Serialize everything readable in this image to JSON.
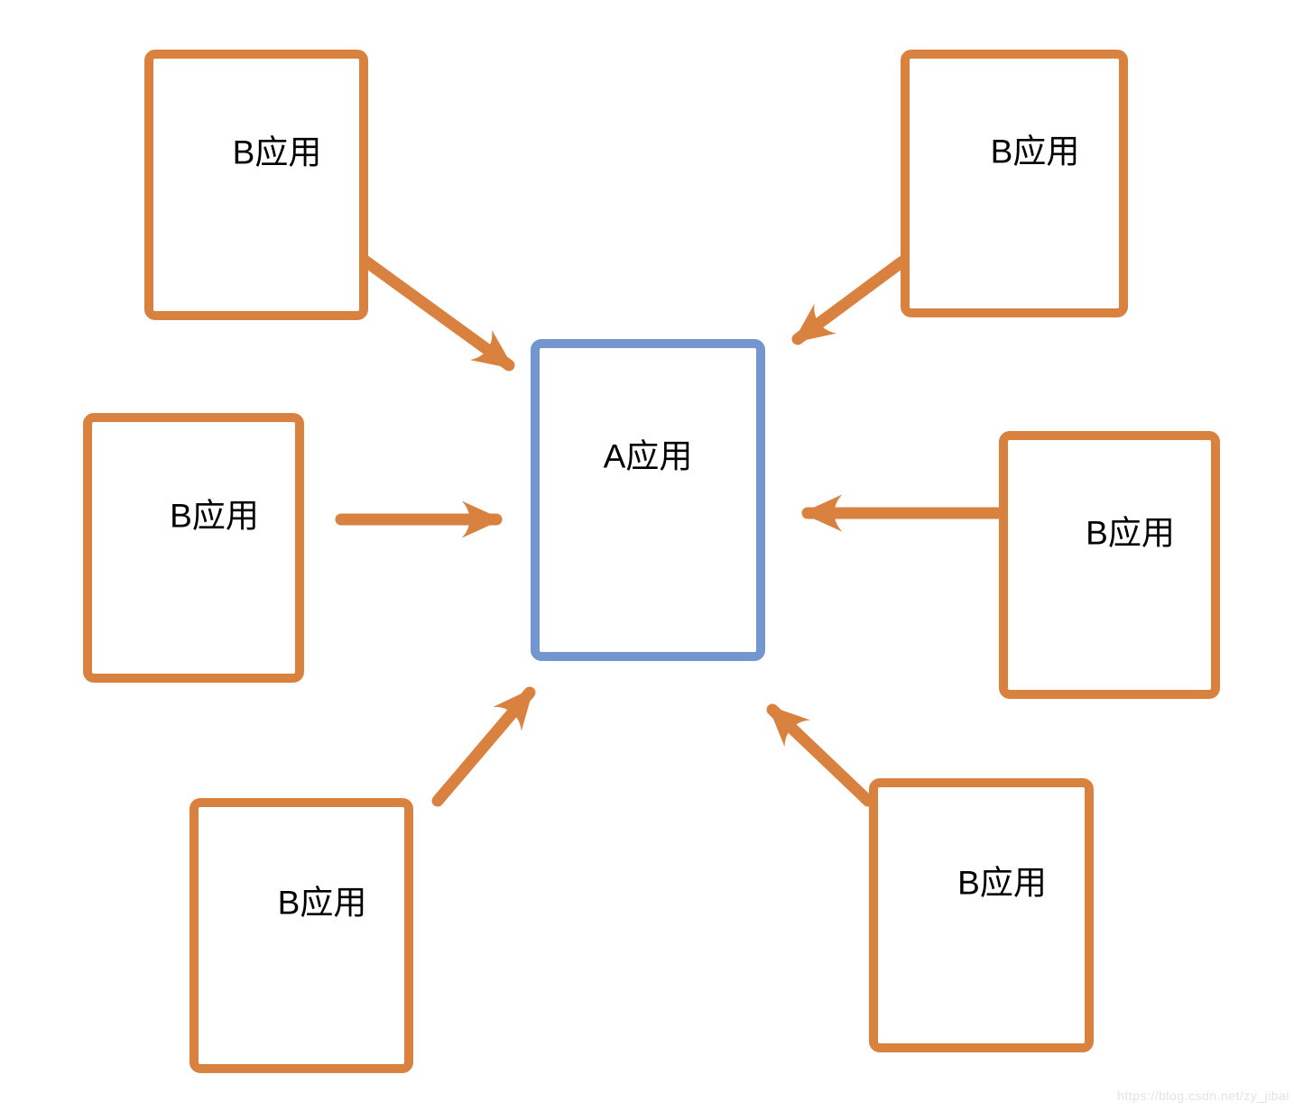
{
  "diagram": {
    "center": {
      "label": "A应用"
    },
    "satellites": [
      {
        "position": "top-left",
        "label": "B应用"
      },
      {
        "position": "top-right",
        "label": "B应用"
      },
      {
        "position": "mid-left",
        "label": "B应用"
      },
      {
        "position": "mid-right",
        "label": "B应用"
      },
      {
        "position": "bottom-left",
        "label": "B应用"
      },
      {
        "position": "bottom-right",
        "label": "B应用"
      }
    ],
    "edges": [
      {
        "from": "top-left",
        "to": "center"
      },
      {
        "from": "top-right",
        "to": "center"
      },
      {
        "from": "mid-left",
        "to": "center"
      },
      {
        "from": "mid-right",
        "to": "center"
      },
      {
        "from": "bottom-left",
        "to": "center"
      },
      {
        "from": "bottom-right",
        "to": "center"
      }
    ],
    "watermark": "https://blog.csdn.net/zy_jibai"
  },
  "colors": {
    "orange": "#D9813F",
    "blue": "#7396CE",
    "label": "#000000",
    "watermark": "#E3E3E6",
    "background": "#FFFFFF"
  }
}
